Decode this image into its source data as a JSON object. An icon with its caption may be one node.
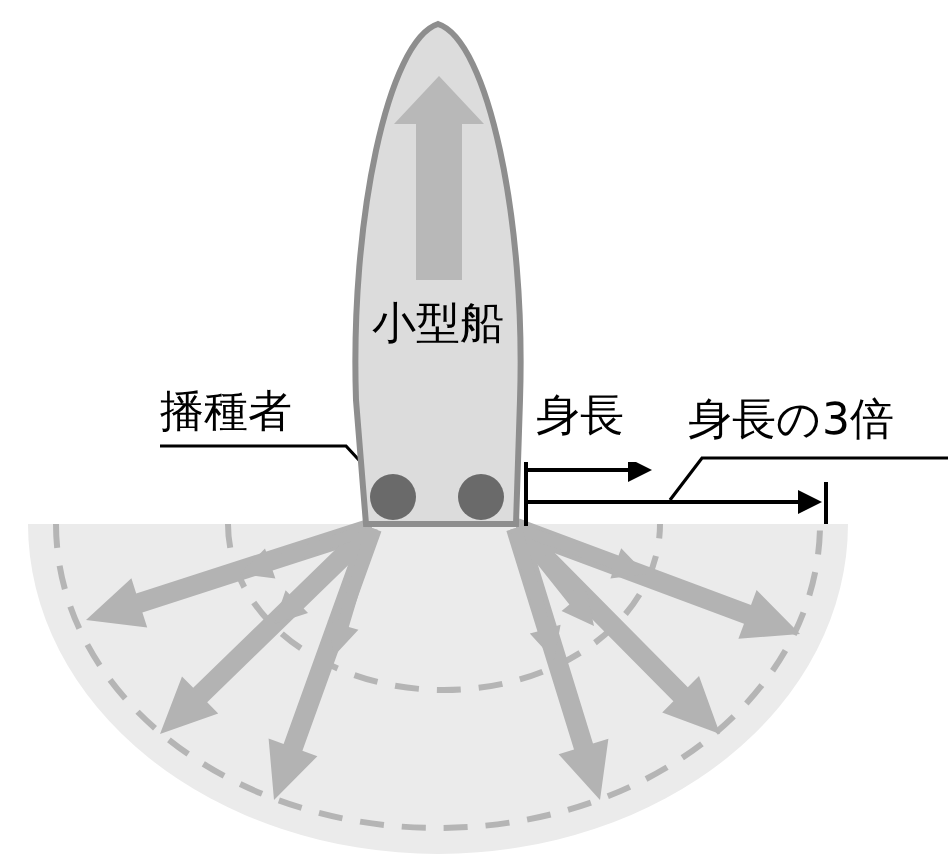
{
  "diagram": {
    "nodes": [
      {
        "text": [
          "小型船"
        ]
      },
      {
        "text": [],
        "shape": "circle",
        "in": 0
      },
      {
        "text": [],
        "shape": "circle",
        "in": 0
      },
      {
        "text": [
          "播種者"
        ]
      },
      {
        "text": [
          "身長の3倍"
        ]
      },
      {
        "text": [],
        "shape": "bar"
      }
    ],
    "edges": [
      {
        "from": 3,
        "to": 1,
        "arrow": "none"
      },
      {
        "from": 4,
        "to": 5,
        "arrow": "none"
      }
    ],
    "labels": [
      "身長"
    ]
  }
}
